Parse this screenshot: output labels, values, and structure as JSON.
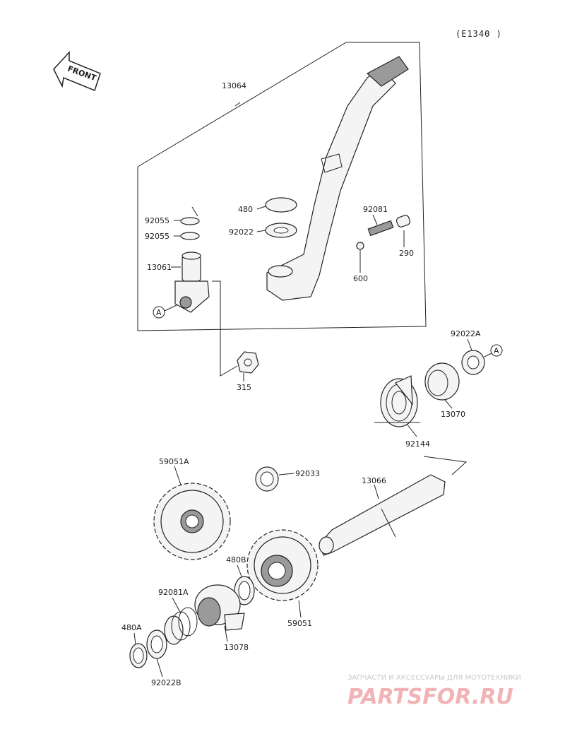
{
  "diagram_ref": "(E1340 )",
  "front_badge": "FRONT",
  "callout_marker": "A",
  "parts": {
    "p13064": "13064",
    "p92055a": "92055",
    "p92055b": "92055",
    "p13061": "13061",
    "p480": "480",
    "p92022": "92022",
    "p92081": "92081",
    "p290": "290",
    "p600": "600",
    "p315": "315",
    "p92022A": "92022A",
    "p13070": "13070",
    "p92144": "92144",
    "p59051A": "59051A",
    "p92033": "92033",
    "p13066": "13066",
    "p480B": "480B",
    "p59051": "59051",
    "p92081A": "92081A",
    "p480A": "480A",
    "p13078": "13078",
    "p92022B": "92022B"
  },
  "watermark": {
    "tagline": "ЗАПЧАСТИ И АКСЕССУАРЫ ДЛЯ МОТОТЕХНИКИ",
    "brand": "PARTSFOR.RU"
  },
  "colors": {
    "ink": "#222222",
    "watermark": "#f2b3b6"
  }
}
